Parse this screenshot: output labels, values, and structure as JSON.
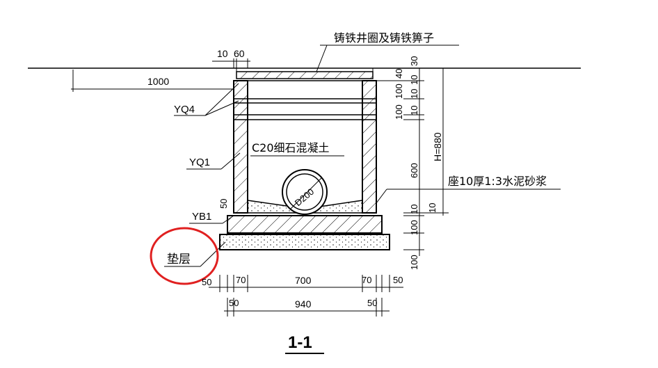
{
  "labels": {
    "grate": "铸铁井圈及铸铁箅子",
    "concrete": "C20细石混凝土",
    "pipe": "D200",
    "mortar": "座10厚1:3水泥砂浆",
    "yq4": "YQ4",
    "yq1": "YQ1",
    "yb1": "YB1",
    "cushion": "垫层",
    "section_title": "1-1"
  },
  "dimensions": {
    "top_10": "10",
    "top_60": "60",
    "d1000": "1000",
    "r30": "30",
    "r40": "40",
    "r10a": "10",
    "r10b": "10",
    "r10c": "10",
    "r10d": "10",
    "r100a": "100",
    "r100b": "100",
    "h880": "H=880",
    "r600": "600",
    "r10e": "10",
    "r100c": "100",
    "r100d": "100",
    "d50_left": "50",
    "b50a": "50",
    "b70a": "70",
    "b700": "700",
    "b70b": "70",
    "b50b": "50",
    "b50c": "50",
    "b940": "940",
    "b50d": "50"
  },
  "colors": {
    "line": "#000000",
    "highlight_circle": "#e02020"
  }
}
